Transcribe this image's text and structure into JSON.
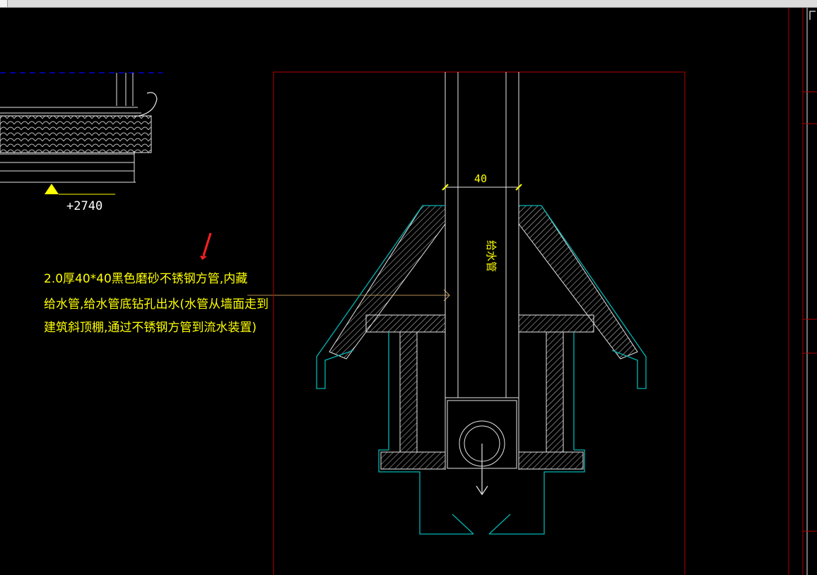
{
  "drawing": {
    "elevation_label": "+2740",
    "dimension_label": "40",
    "pipe_label": "给水管",
    "note_lines": [
      "2.0厚40*40黑色磨砂不锈钢方管,内藏",
      "给水管,给水管底钻孔出水(水管从墙面走到",
      "建筑斜顶棚,通过不锈钢方管到流水装置)"
    ]
  },
  "colors": {
    "background": "#000000",
    "cyan_outline": "#00b4b4",
    "frame_red": "#b40000",
    "annotation_yellow": "#ffff00",
    "leader_brown": "#b48c50",
    "pointer_red": "#ff2020",
    "dashed_blue": "#0000ff",
    "line_white": "#e6e6e6"
  }
}
